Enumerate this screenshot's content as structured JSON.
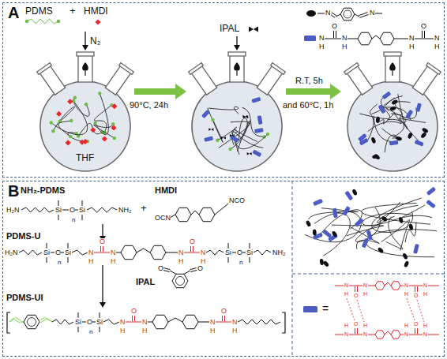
{
  "diagram": {
    "nodes": [
      {
        "text": [
          "A"
        ]
      },
      {
        "text": [
          "B"
        ]
      }
    ],
    "labels": [
      "PDMS",
      "+",
      "HMDI",
      "N₂",
      "THF",
      "90°C, 24h",
      "IPAL",
      "R.T, 5h",
      "and 60°C, 1h",
      "N",
      "N",
      "N",
      "O",
      "N",
      "H",
      "H",
      "N",
      "O",
      "N",
      "H",
      "H",
      "NH₂-PDMS",
      "HMDI",
      "H₂N",
      "Si",
      "O",
      "Si",
      "n",
      "NH₂",
      "+",
      "OCN",
      "NCO",
      "PDMS-U",
      "H₂N",
      "Si",
      "O",
      "Si",
      "n",
      "N",
      "H",
      "O",
      "N",
      "H",
      "N",
      "H",
      "O",
      "N",
      "H",
      "Si",
      "O",
      "Si",
      "n",
      "NH₂",
      "IPAL",
      "O",
      "O",
      "PDMS-UI",
      "Si",
      "O",
      "Si",
      "n",
      "N",
      "H",
      "O",
      "N",
      "H",
      "N",
      "H",
      "O",
      "N",
      "H",
      "=",
      "N",
      "H",
      "O",
      "N",
      "H",
      "N",
      "H",
      "O",
      "N",
      "H",
      "H",
      "N",
      "O",
      "H",
      "N",
      "H",
      "N",
      "O",
      "H",
      "N"
    ]
  }
}
